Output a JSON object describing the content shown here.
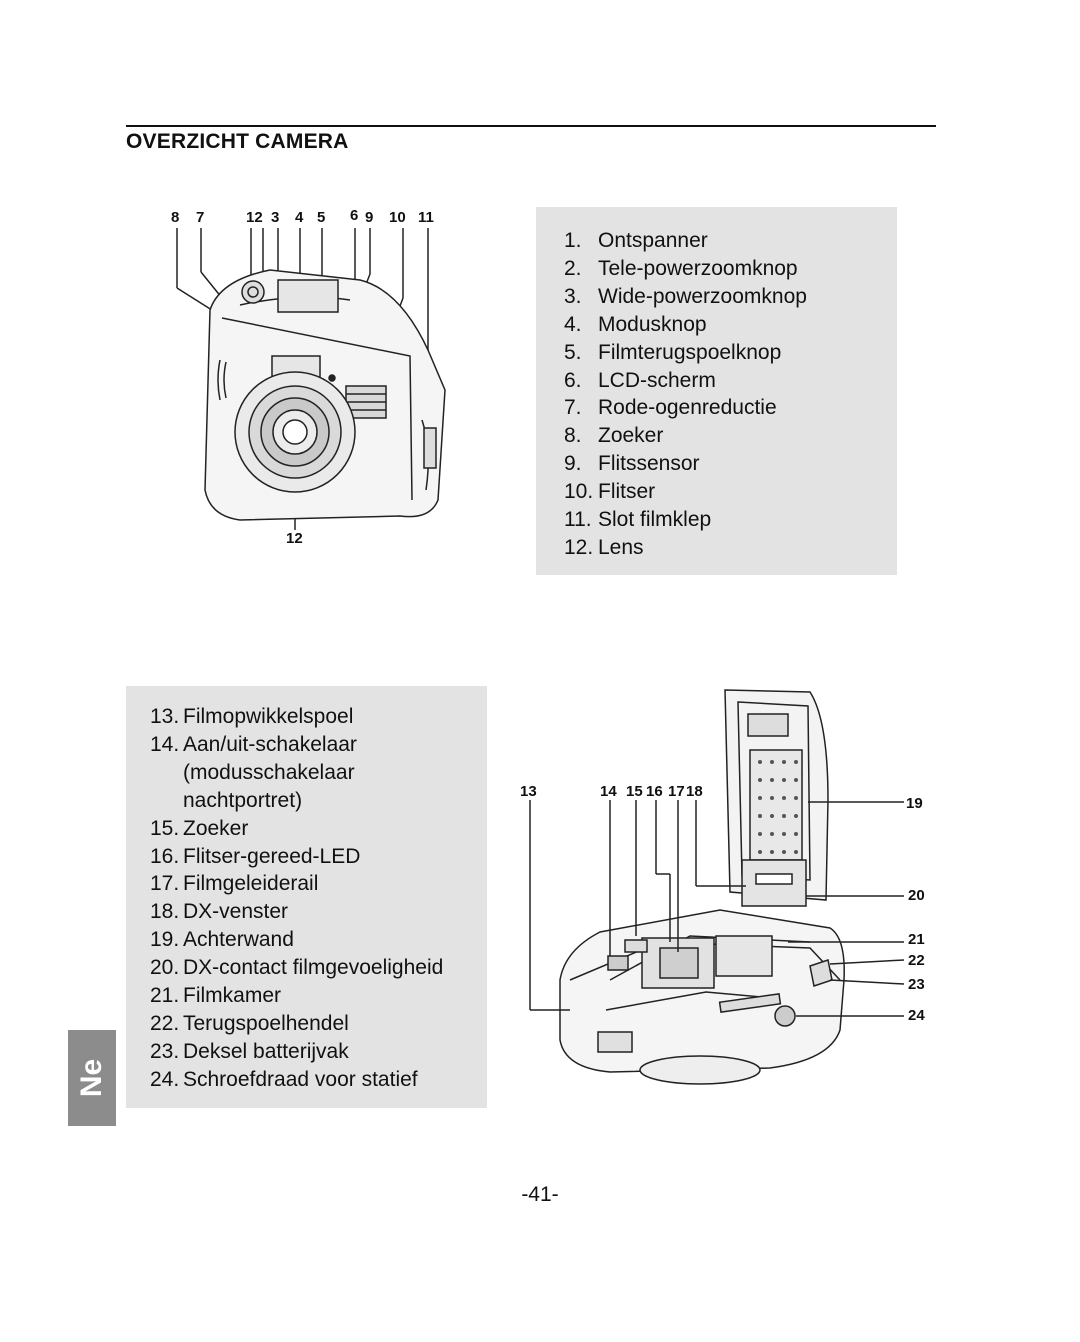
{
  "section_title": "OVERZICHT CAMERA",
  "page_number": "-41-",
  "language_tab": "Ne",
  "front_view": {
    "callout_labels": [
      "8",
      "7",
      "12",
      "3",
      "4",
      "5",
      "6",
      "9",
      "10",
      "11",
      "12"
    ],
    "legend": [
      {
        "num": "1.",
        "text": "Ontspanner"
      },
      {
        "num": "2.",
        "text": "Tele-powerzoomknop"
      },
      {
        "num": "3.",
        "text": "Wide-powerzoomknop"
      },
      {
        "num": "4.",
        "text": "Modusknop"
      },
      {
        "num": "5.",
        "text": "Filmterugspoelknop"
      },
      {
        "num": "6.",
        "text": "LCD-scherm"
      },
      {
        "num": "7.",
        "text": "Rode-ogenreductie"
      },
      {
        "num": "8.",
        "text": "Zoeker"
      },
      {
        "num": "9.",
        "text": "Flitssensor"
      },
      {
        "num": "10.",
        "text": "Flitser"
      },
      {
        "num": "11.",
        "text": "Slot filmklep"
      },
      {
        "num": "12.",
        "text": "Lens"
      }
    ]
  },
  "back_view": {
    "callout_labels": [
      "13",
      "14",
      "15",
      "16",
      "17",
      "18",
      "19",
      "20",
      "21",
      "22",
      "23",
      "24"
    ],
    "legend": [
      {
        "num": "13.",
        "lines": [
          "Filmopwikkelspoel"
        ]
      },
      {
        "num": "14.",
        "lines": [
          "Aan/uit-schakelaar",
          "(modusschakelaar",
          "nachtportret)"
        ]
      },
      {
        "num": "15.",
        "lines": [
          "Zoeker"
        ]
      },
      {
        "num": "16.",
        "lines": [
          "Flitser-gereed-LED"
        ]
      },
      {
        "num": "17.",
        "lines": [
          "Filmgeleiderail"
        ]
      },
      {
        "num": "18.",
        "lines": [
          "DX-venster"
        ]
      },
      {
        "num": "19.",
        "lines": [
          "Achterwand"
        ]
      },
      {
        "num": "20.",
        "lines": [
          "DX-contact filmgevoeligheid"
        ]
      },
      {
        "num": "21.",
        "lines": [
          "Filmkamer"
        ]
      },
      {
        "num": "22.",
        "lines": [
          "Terugspoelhendel"
        ]
      },
      {
        "num": "23.",
        "lines": [
          "Deksel batterijvak"
        ]
      },
      {
        "num": "24.",
        "lines": [
          "Schroefdraad voor statief"
        ]
      }
    ]
  }
}
